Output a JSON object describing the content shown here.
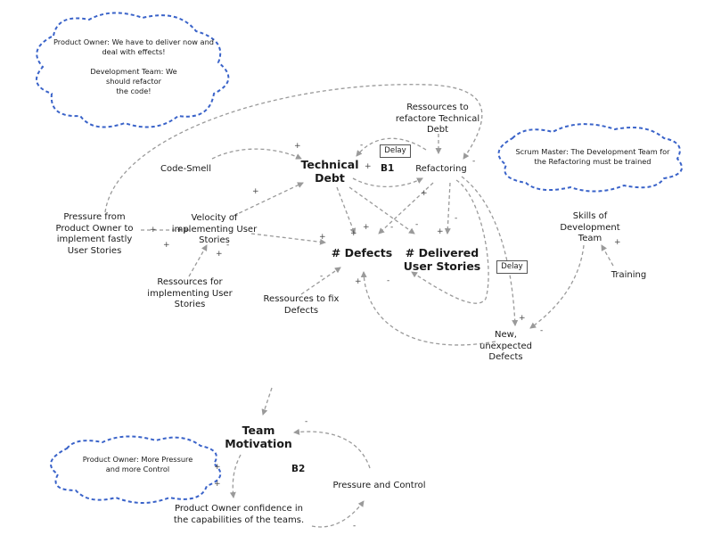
{
  "colors": {
    "arrow": "#9a9a9a",
    "cloud": "#3a63c9",
    "text": "#1a1a1a"
  },
  "nodes": {
    "technical_debt": "Technical\nDebt",
    "refactoring": "Refactoring",
    "resources_refactor": "Ressources to\nrefactore Technical\nDebt",
    "code_smell": "Code-Smell",
    "velocity": "Velocity of\nimplementing User\nStories",
    "pressure_po": "Pressure from\nProduct Owner to\nimplement fastly\nUser Stories",
    "resources_implement": "Ressources for\nimplementing User\nStories",
    "defects": "# Defects",
    "delivered": "# Delivered\nUser Stories",
    "resources_fix": "Ressources to fix\nDefects",
    "new_defects": "New,\nunexpected\nDefects",
    "skills": "Skills of\nDevelopment\nTeam",
    "training": "Training",
    "team_motivation": "Team\nMotivation",
    "pressure_control": "Pressure and Control",
    "po_confidence": "Product Owner confidence in\nthe capabilities of the teams."
  },
  "clouds": {
    "top_left": "Product Owner: We have to deliver now and\ndeal with effects!\n\nDevelopment Team: We\nshould refactor\nthe code!",
    "scrum_master": "Scrum Master: The Development Team for\nthe Refactoring must be trained",
    "bottom_left": "Product Owner: More Pressure\nand more Control"
  },
  "loops": {
    "b1": "B1",
    "b2": "B2"
  },
  "delays": {
    "top": "Delay",
    "right": "Delay"
  },
  "signs": {
    "s1": "+",
    "s2": "-",
    "s3": "+",
    "s4": "-",
    "s5": "+",
    "s6": "+",
    "s7": "+",
    "s8": "+",
    "s9": "+",
    "s10": "+",
    "s11": "+",
    "s12": "-",
    "s13": "+",
    "s14": "-",
    "s15": "-",
    "s16": "+",
    "s17": "-",
    "s18": "+",
    "s19": "+",
    "s20": "+",
    "s21": "-",
    "s22": "-",
    "s23": "+",
    "s24": "-",
    "s25": "-",
    "s26": "+",
    "s27": "+",
    "s28": "-"
  }
}
